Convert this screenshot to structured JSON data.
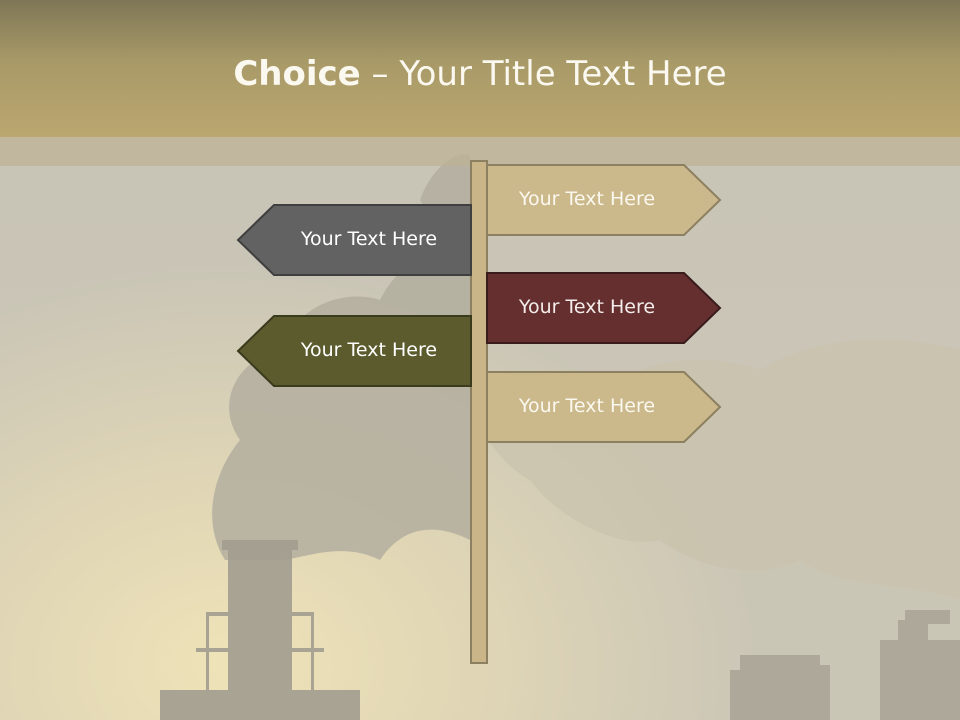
{
  "slide": {
    "title_bold": "Choice",
    "title_rest": " – Your Title Text Here"
  },
  "signs": [
    {
      "label": "Your Text Here",
      "direction": "right",
      "fill": "#cbb98b",
      "text_color": "#fbf8ef"
    },
    {
      "label": "Your Text Here",
      "direction": "left",
      "fill": "#626262",
      "text_color": "#ffffff"
    },
    {
      "label": "Your Text Here",
      "direction": "right",
      "fill": "#652f30",
      "text_color": "#f3ecea"
    },
    {
      "label": "Your Text Here",
      "direction": "left",
      "fill": "#5b5b2e",
      "text_color": "#ffffff"
    },
    {
      "label": "Your Text Here",
      "direction": "right",
      "fill": "#cbb98b",
      "text_color": "#fbf8ef"
    }
  ],
  "colors": {
    "title_band": "#b3a06c",
    "post": "#c9b587",
    "border": "#8c8061"
  }
}
